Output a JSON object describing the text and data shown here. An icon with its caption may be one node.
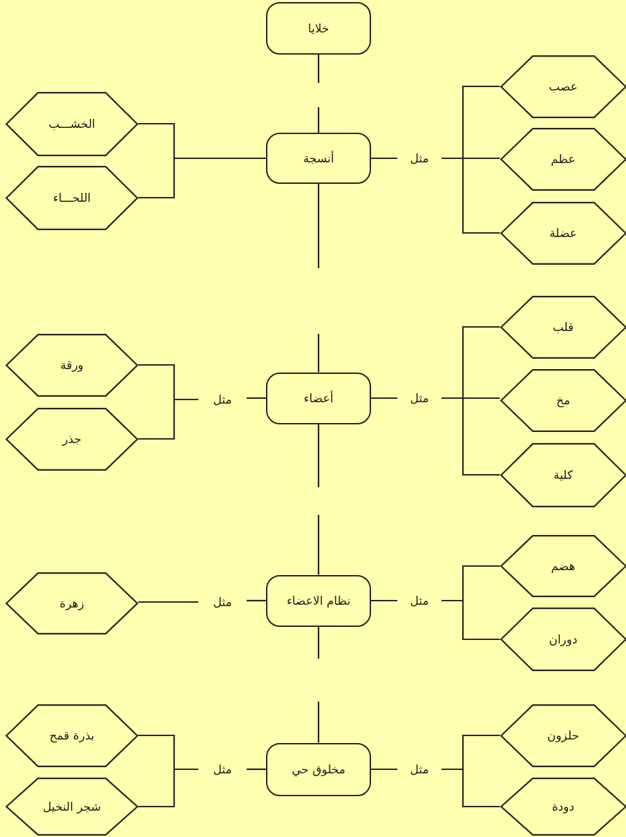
{
  "diagram": {
    "nodes": [
      {
        "text": [
          "خلايا"
        ]
      },
      {
        "text": [
          "أنسجة"
        ]
      },
      {
        "text": [
          "مثل"
        ]
      },
      {
        "text": [
          "عصب"
        ]
      },
      {
        "text": [
          "عظم"
        ]
      },
      {
        "text": [
          "عضلة"
        ]
      },
      {
        "text": [
          "الخشـــب"
        ]
      },
      {
        "text": [
          "اللحـــاء"
        ]
      },
      {
        "text": [
          "أعضاء"
        ]
      },
      {
        "text": [
          "مثل"
        ]
      },
      {
        "text": [
          "قلب"
        ]
      },
      {
        "text": [
          "مخ"
        ]
      },
      {
        "text": [
          "كلية"
        ]
      },
      {
        "text": [
          "مثل"
        ]
      },
      {
        "text": [
          "ورقة"
        ]
      },
      {
        "text": [
          "جذر"
        ]
      },
      {
        "text": [
          "نظام الاعضاء"
        ]
      },
      {
        "text": [
          "مثل"
        ]
      },
      {
        "text": [
          "هضم"
        ]
      },
      {
        "text": [
          "دوران"
        ]
      },
      {
        "text": [
          "مثل"
        ]
      },
      {
        "text": [
          "زهرة"
        ]
      },
      {
        "text": [
          "مخلوق حي"
        ]
      },
      {
        "text": [
          "مثل"
        ]
      },
      {
        "text": [
          "حلزون"
        ]
      },
      {
        "text": [
          "دودة"
        ]
      },
      {
        "text": [
          "مثل"
        ]
      },
      {
        "text": [
          "بذرة قمح"
        ]
      },
      {
        "text": [
          "شجر النخيل"
        ]
      }
    ],
    "edges": [
      {
        "from": 0,
        "to": 1,
        "arrow": "none",
        "style": "dashed"
      },
      {
        "from": 1,
        "to": 8,
        "arrow": "none",
        "style": "dashed"
      },
      {
        "from": 8,
        "to": 16,
        "arrow": "none",
        "style": "dashed"
      },
      {
        "from": 16,
        "to": 22,
        "arrow": "none",
        "style": "dashed"
      },
      {
        "from": 1,
        "to": 2,
        "arrow": "none"
      },
      {
        "from": 2,
        "to": 3,
        "arrow": "none"
      },
      {
        "from": 2,
        "to": 4,
        "arrow": "none"
      },
      {
        "from": 2,
        "to": 5,
        "arrow": "none"
      },
      {
        "from": 1,
        "to": 6,
        "arrow": "none"
      },
      {
        "from": 1,
        "to": 7,
        "arrow": "none"
      },
      {
        "from": 8,
        "to": 9,
        "arrow": "none"
      },
      {
        "from": 9,
        "to": 10,
        "arrow": "none"
      },
      {
        "from": 9,
        "to": 11,
        "arrow": "none"
      },
      {
        "from": 9,
        "to": 12,
        "arrow": "none"
      },
      {
        "from": 8,
        "to": 13,
        "arrow": "none"
      },
      {
        "from": 13,
        "to": 14,
        "arrow": "none"
      },
      {
        "from": 13,
        "to": 15,
        "arrow": "none"
      },
      {
        "from": 16,
        "to": 17,
        "arrow": "none"
      },
      {
        "from": 17,
        "to": 18,
        "arrow": "none"
      },
      {
        "from": 17,
        "to": 19,
        "arrow": "none"
      },
      {
        "from": 16,
        "to": 20,
        "arrow": "none"
      },
      {
        "from": 20,
        "to": 21,
        "arrow": "none"
      },
      {
        "from": 22,
        "to": 23,
        "arrow": "none"
      },
      {
        "from": 23,
        "to": 24,
        "arrow": "none"
      },
      {
        "from": 23,
        "to": 25,
        "arrow": "none"
      },
      {
        "from": 22,
        "to": 26,
        "arrow": "none"
      },
      {
        "from": 26,
        "to": 27,
        "arrow": "none"
      },
      {
        "from": 26,
        "to": 28,
        "arrow": "none"
      }
    ]
  }
}
